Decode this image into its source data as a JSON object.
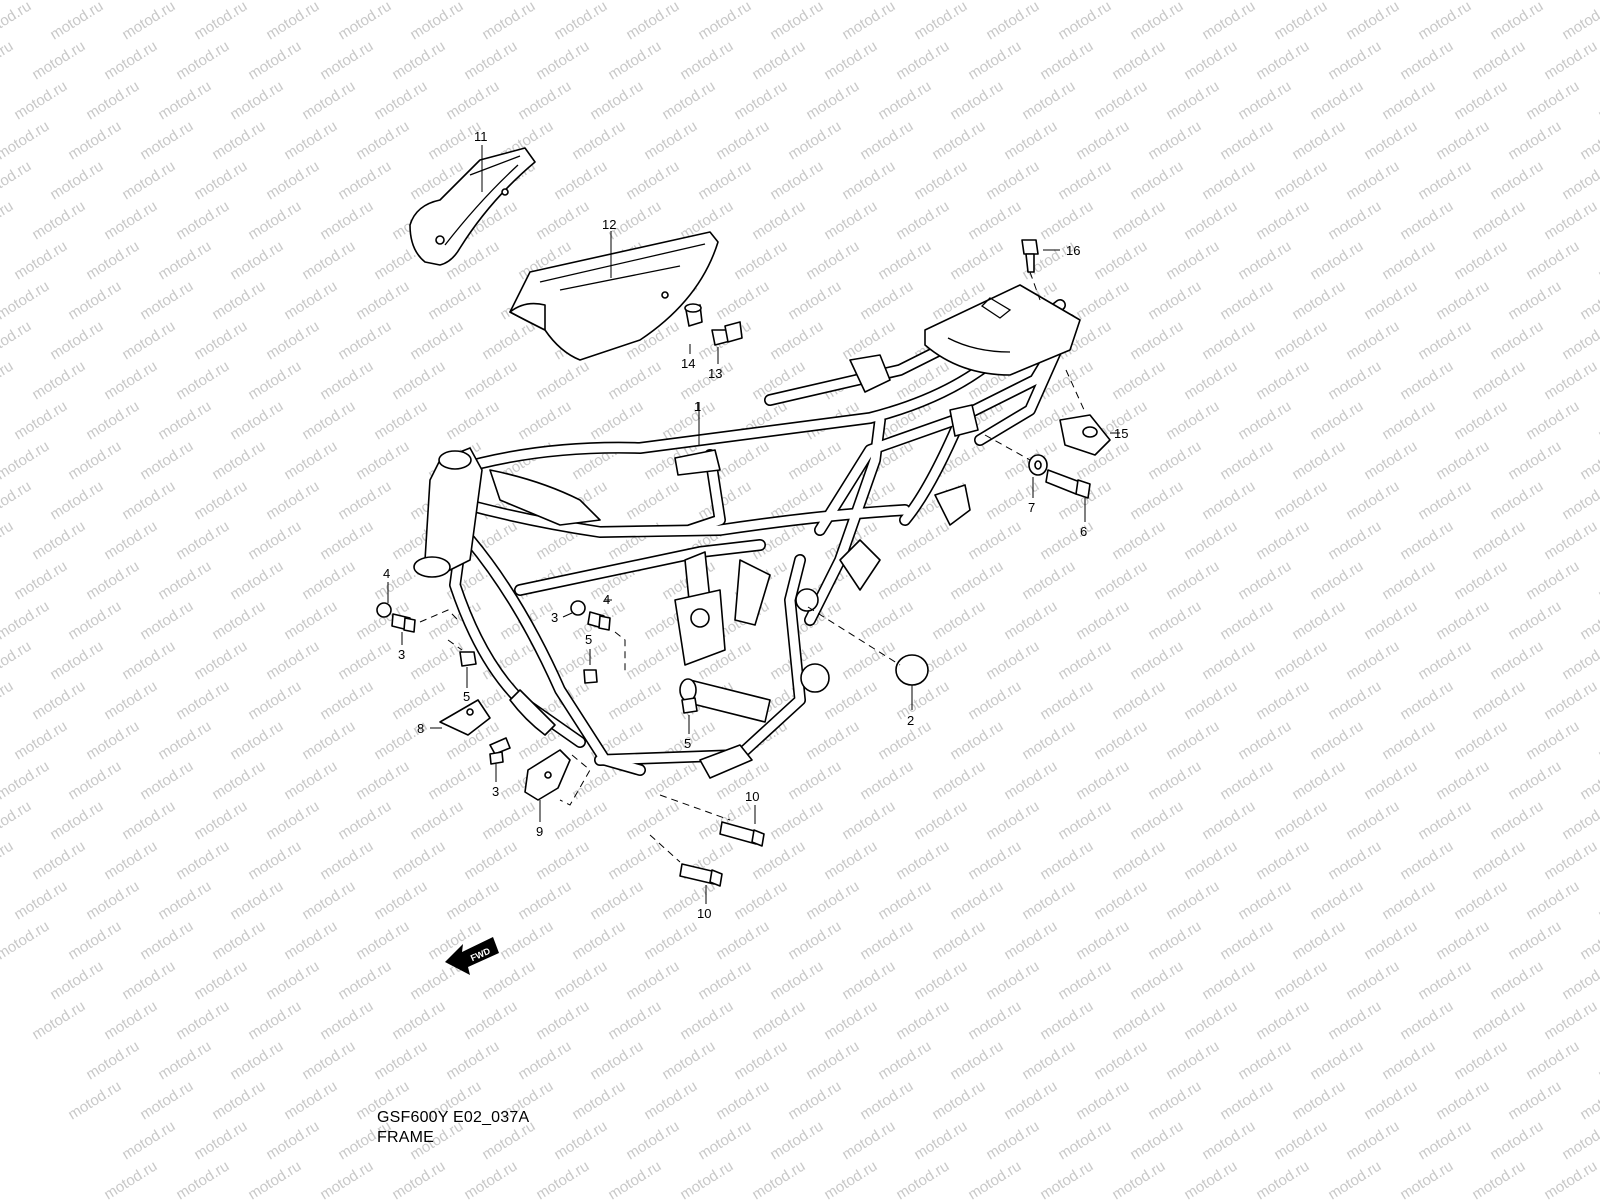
{
  "watermark": {
    "text": "motod.ru",
    "color": "#c8c8c8"
  },
  "caption": {
    "model_code": "GSF600Y E02_037A",
    "title": "FRAME"
  },
  "direction_badge": {
    "text": "FWD",
    "icon": "arrow-left-icon"
  },
  "callouts": {
    "c1": "1",
    "c2": "2",
    "c3a": "3",
    "c3b": "3",
    "c3c": "3",
    "c4a": "4",
    "c4b": "4",
    "c5a": "5",
    "c5b": "5",
    "c5c": "5",
    "c6": "6",
    "c7": "7",
    "c8": "8",
    "c9": "9",
    "c10a": "10",
    "c10b": "10",
    "c11": "11",
    "c12": "12",
    "c13": "13",
    "c14": "14",
    "c15": "15",
    "c16": "16"
  }
}
